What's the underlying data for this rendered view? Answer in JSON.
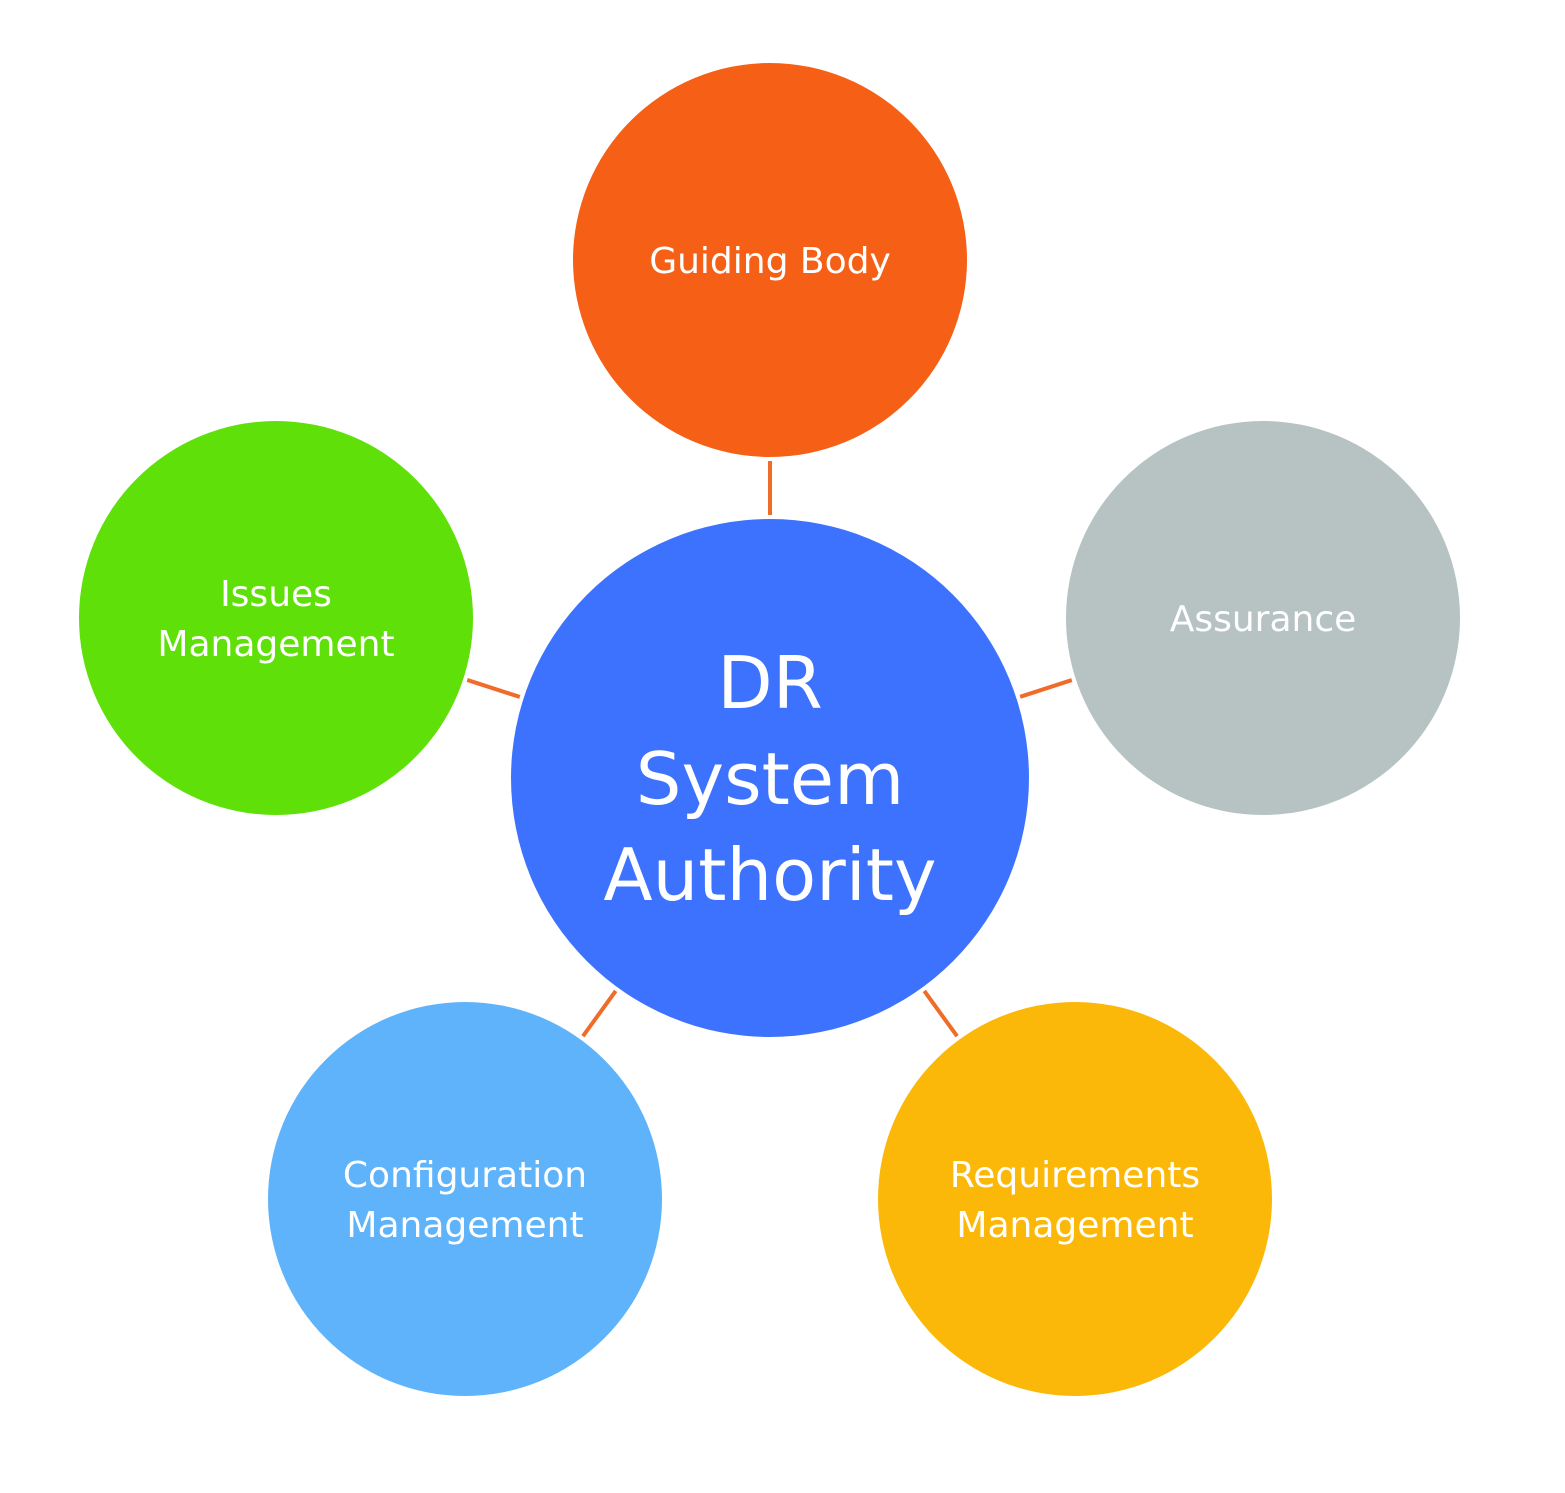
{
  "diagram": {
    "connector_color": "#ef6c2a",
    "hub": {
      "lines": [
        "DR",
        "System",
        "Authority"
      ],
      "color": "#3d72fe"
    },
    "nodes": [
      {
        "id": "guiding-body",
        "lines": [
          "Guiding Body"
        ],
        "color": "#f56016"
      },
      {
        "id": "assurance",
        "lines": [
          "Assurance"
        ],
        "color": "#b6c3c2"
      },
      {
        "id": "requirements-management",
        "lines": [
          "Requirements",
          "Management"
        ],
        "color": "#fbb808"
      },
      {
        "id": "configuration-management",
        "lines": [
          "Configuration",
          "Management"
        ],
        "color": "#5fb3fa"
      },
      {
        "id": "issues-management",
        "lines": [
          "Issues",
          "Management"
        ],
        "color": "#5fe008"
      }
    ]
  }
}
